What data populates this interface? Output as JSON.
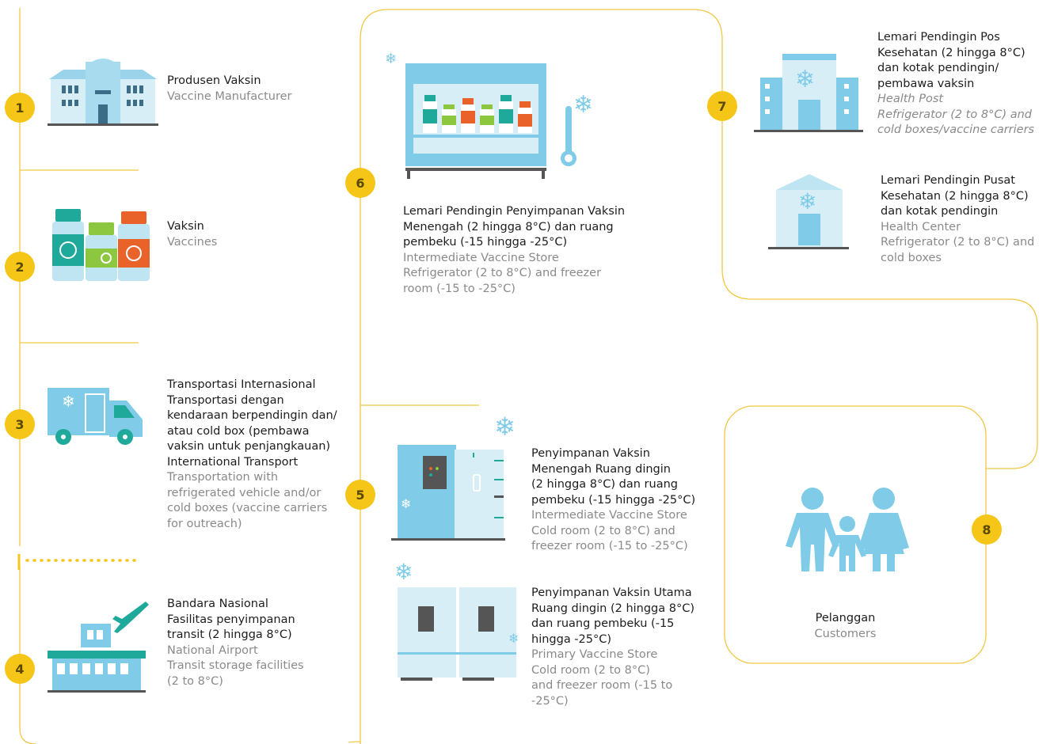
{
  "steps": [
    {
      "number": "1",
      "id": "Produsen Vaksin",
      "en": "Vaccine Manufacturer"
    },
    {
      "number": "2",
      "id": "Vaksin",
      "en": "Vaccines"
    },
    {
      "number": "3",
      "id": [
        "Transportasi Internasional",
        "Transportasi dengan",
        "kendaraan berpendingin dan/",
        "atau cold box (pembawa",
        "vaksin untuk penjangkauan)",
        "International Transport"
      ],
      "en": [
        "Transportation with",
        "refrigerated vehicle and/or",
        "cold boxes (vaccine carriers",
        "for outreach)"
      ]
    },
    {
      "number": "4",
      "id": [
        "Bandara Nasional",
        "Fasilitas penyimpanan",
        "transit (2 hingga 8°C)"
      ],
      "en": [
        "National Airport",
        "Transit storage facilities",
        "(2 to 8°C)"
      ]
    },
    {
      "number": "5",
      "a_id": [
        "Penyimpanan Vaksin",
        "Menengah Ruang dingin",
        "(2 hingga 8°C) dan ruang",
        "pembeku (-15 hingga -25°C)"
      ],
      "a_en": [
        "Intermediate Vaccine Store",
        "Cold room (2 to 8°C) and",
        "freezer room (-15 to -25°C)"
      ],
      "b_id": [
        "Penyimpanan Vaksin Utama",
        "Ruang dingin (2 hingga 8°C)",
        "dan ruang pembeku (-15",
        "hingga -25°C)"
      ],
      "b_en": [
        "Primary Vaccine Store",
        "Cold room (2 to 8°C)",
        "and freezer room (-15 to",
        "-25°C)"
      ]
    },
    {
      "number": "6",
      "id": [
        "Lemari Pendingin Penyimpanan Vaksin",
        "Menengah (2 hingga 8°C) dan ruang",
        "pembeku (-15 hingga -25°C)"
      ],
      "en": [
        "Intermediate Vaccine Store",
        "Refrigerator (2 to 8°C) and freezer",
        "room (-15 to -25°C)"
      ]
    },
    {
      "number": "7",
      "a_id": [
        "Lemari Pendingin Pos",
        "Kesehatan (2 hingga 8°C)",
        "dan kotak pendingin/",
        "pembawa vaksin"
      ],
      "a_en": [
        "Health Post",
        "Refrigerator (2 to 8°C) and",
        "cold boxes/vaccine carriers"
      ],
      "b_id": [
        "Lemari Pendingin Pusat",
        "Kesehatan (2 hingga 8°C)",
        "dan kotak pendingin"
      ],
      "b_en": [
        "Health Center",
        "Refrigerator (2 to 8°C) and",
        "cold boxes"
      ]
    },
    {
      "number": "8",
      "id": "Pelanggan",
      "en": "Customers"
    }
  ],
  "colors": {
    "accent": "#f5c518",
    "line": "#f2c744",
    "blue": "#7fcbe8",
    "light_blue": "#bfe4f2",
    "teal": "#1fa99a",
    "orange": "#e8622a",
    "green": "#8dc63f",
    "gray": "#6b6b6b"
  }
}
